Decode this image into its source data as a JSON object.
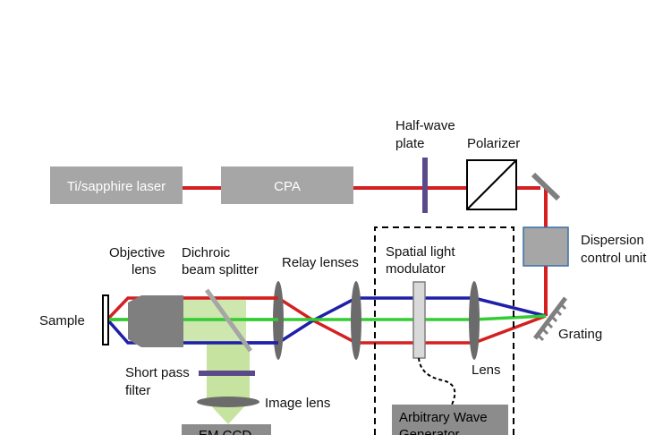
{
  "diagram": {
    "boxes": {
      "laser": "Ti/sapphire laser",
      "cpa": "CPA",
      "awg_line1": "Arbitrary  Wave",
      "awg_line2": "Generator",
      "emccd": "EM CCD"
    },
    "labels": {
      "half_wave_line1": "Half-wave",
      "half_wave_line2": "plate",
      "polarizer": "Polarizer",
      "dispersion_line1": "Dispersion",
      "dispersion_line2": "control unit",
      "grating": "Grating",
      "objective_line1": "Objective",
      "objective_line2": "lens",
      "dichroic_line1": "Dichroic",
      "dichroic_line2": "beam splitter",
      "relay": "Relay lenses",
      "slm_line1": "Spatial light",
      "slm_line2": "modulator",
      "sample": "Sample",
      "lens": "Lens",
      "short_pass_line1": "Short pass",
      "short_pass_line2": "filter",
      "image_lens": "Image lens"
    },
    "colors": {
      "red_beam": "#d42020",
      "blue_beam": "#1f1fa8",
      "green_beam": "#33cc33",
      "box_gray": "#a6a6a6",
      "element_gray": "#7f7f7f",
      "plate_purple": "#5b4a8a",
      "light_green": "#c6e3a0",
      "dispersion_fill": "#a6a6a6",
      "dispersion_border": "#3a6ea5"
    }
  }
}
